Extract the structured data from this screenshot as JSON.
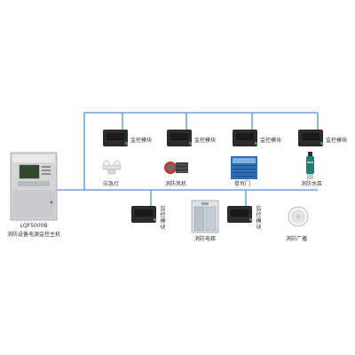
{
  "host": {
    "model": "LQF5000B",
    "name": "消防设备电源监控主机"
  },
  "modules_top": [
    {
      "label": "监控模块",
      "device": "应急灯",
      "device_icon": "emergency-light-icon"
    },
    {
      "label": "监控模块",
      "device": "消防风机",
      "device_icon": "fire-fan-icon"
    },
    {
      "label": "监控模块",
      "device": "卷帘门",
      "device_icon": "rolling-door-icon"
    },
    {
      "label": "监控模块",
      "device": "消防水泵",
      "device_icon": "fire-pump-icon"
    }
  ],
  "modules_bottom": [
    {
      "label": "监控模块",
      "device": "消防电梯",
      "device_icon": "fire-elevator-icon"
    },
    {
      "label": "监控模块",
      "device": "消防广播",
      "device_icon": "fire-speaker-icon"
    }
  ],
  "colors": {
    "bus_line": "#4d8fd8",
    "module_body": "#2a2a2a",
    "host_panel": "#d4d6d8"
  }
}
